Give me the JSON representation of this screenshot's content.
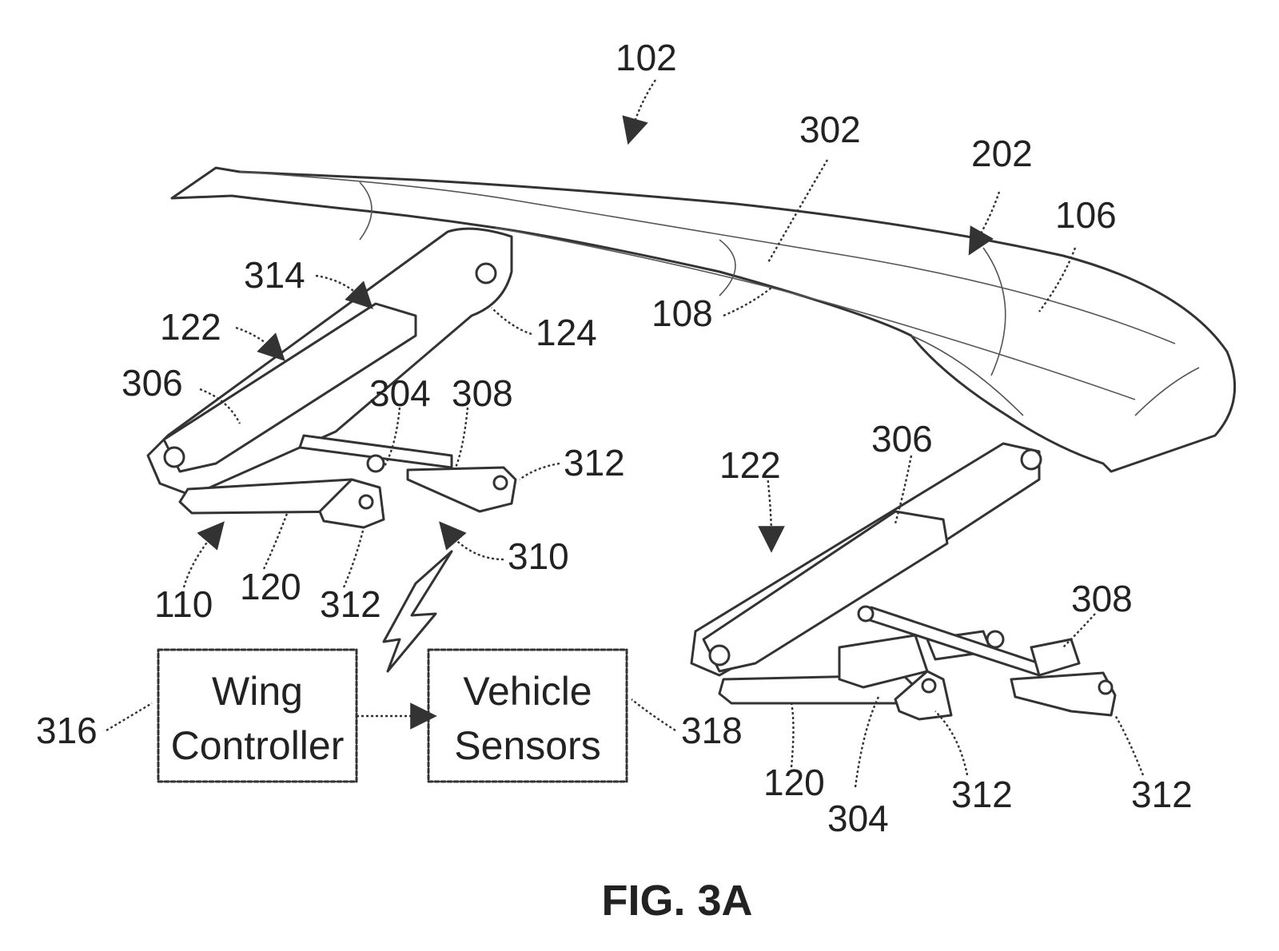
{
  "figure": {
    "caption": "FIG. 3A",
    "blocks": {
      "wing_controller": {
        "line1": "Wing",
        "line2": "Controller"
      },
      "vehicle_sensors": {
        "line1": "Vehicle",
        "line2": "Sensors"
      }
    },
    "reference_numerals": {
      "n102": "102",
      "n302": "302",
      "n202": "202",
      "n106": "106",
      "n108": "108",
      "n314": "314",
      "n122_left": "122",
      "n124": "124",
      "n306_left": "306",
      "n304_left": "304",
      "n308_left": "308",
      "n312_left_a": "312",
      "n310": "310",
      "n110": "110",
      "n120_left": "120",
      "n312_left_b": "312",
      "n122_right": "122",
      "n306_right": "306",
      "n308_right": "308",
      "n316": "316",
      "n318": "318",
      "n120_right": "120",
      "n304_right": "304",
      "n312_right_a": "312",
      "n312_right_b": "312"
    }
  }
}
